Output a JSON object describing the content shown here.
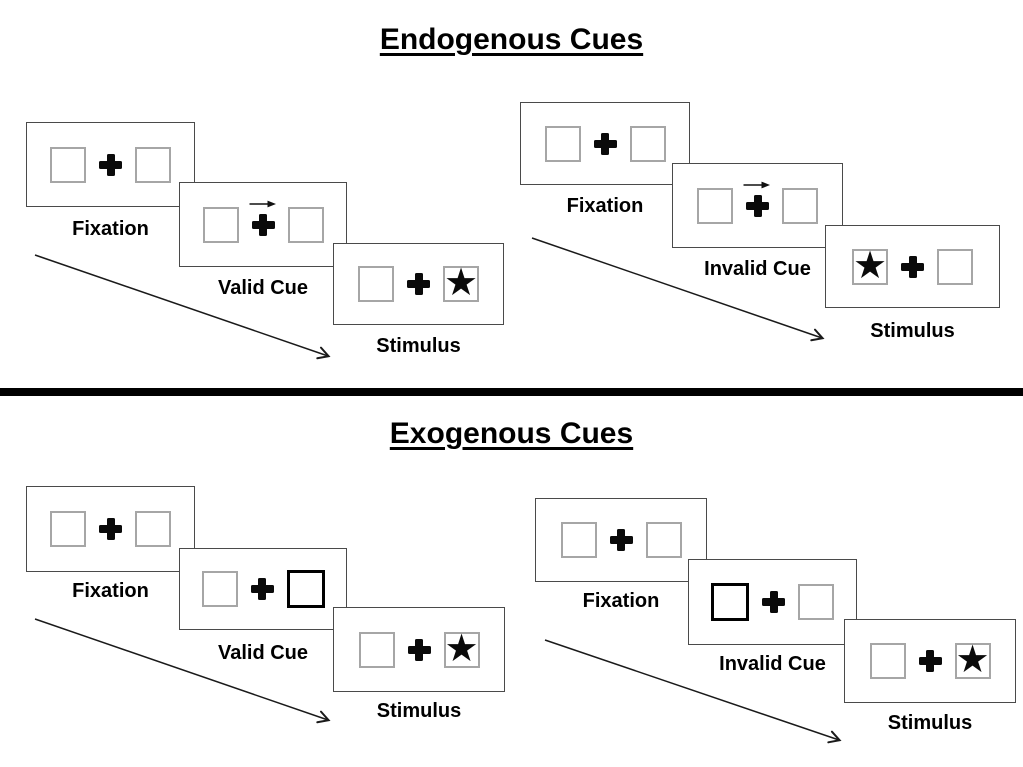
{
  "glyphs": {
    "star": "★"
  },
  "colors": {
    "ink": "#000000",
    "panel_border": "#4a4a4a",
    "box_border": "#a6a6a6",
    "divider": "#000000"
  },
  "sections": [
    {
      "id": "endogenous",
      "title": "Endogenous Cues",
      "sequences": [
        {
          "name": "valid",
          "cue_style": "central-arrow",
          "panels": [
            {
              "label": "Fixation",
              "content": "empty-boxes"
            },
            {
              "label": "Valid Cue",
              "content": "right-arrow-over-cross"
            },
            {
              "label": "Stimulus",
              "content": "star-in-right-box"
            }
          ]
        },
        {
          "name": "invalid",
          "cue_style": "central-arrow",
          "panels": [
            {
              "label": "Fixation",
              "content": "empty-boxes"
            },
            {
              "label": "Invalid Cue",
              "content": "right-arrow-over-cross"
            },
            {
              "label": "Stimulus",
              "content": "star-in-left-box"
            }
          ]
        }
      ]
    },
    {
      "id": "exogenous",
      "title": "Exogenous Cues",
      "sequences": [
        {
          "name": "valid",
          "cue_style": "peripheral-box-highlight",
          "panels": [
            {
              "label": "Fixation",
              "content": "empty-boxes"
            },
            {
              "label": "Valid Cue",
              "content": "bold-right-box"
            },
            {
              "label": "Stimulus",
              "content": "star-in-right-box"
            }
          ]
        },
        {
          "name": "invalid",
          "cue_style": "peripheral-box-highlight",
          "panels": [
            {
              "label": "Fixation",
              "content": "empty-boxes"
            },
            {
              "label": "Invalid Cue",
              "content": "bold-left-box"
            },
            {
              "label": "Stimulus",
              "content": "star-in-right-box"
            }
          ]
        }
      ]
    }
  ]
}
